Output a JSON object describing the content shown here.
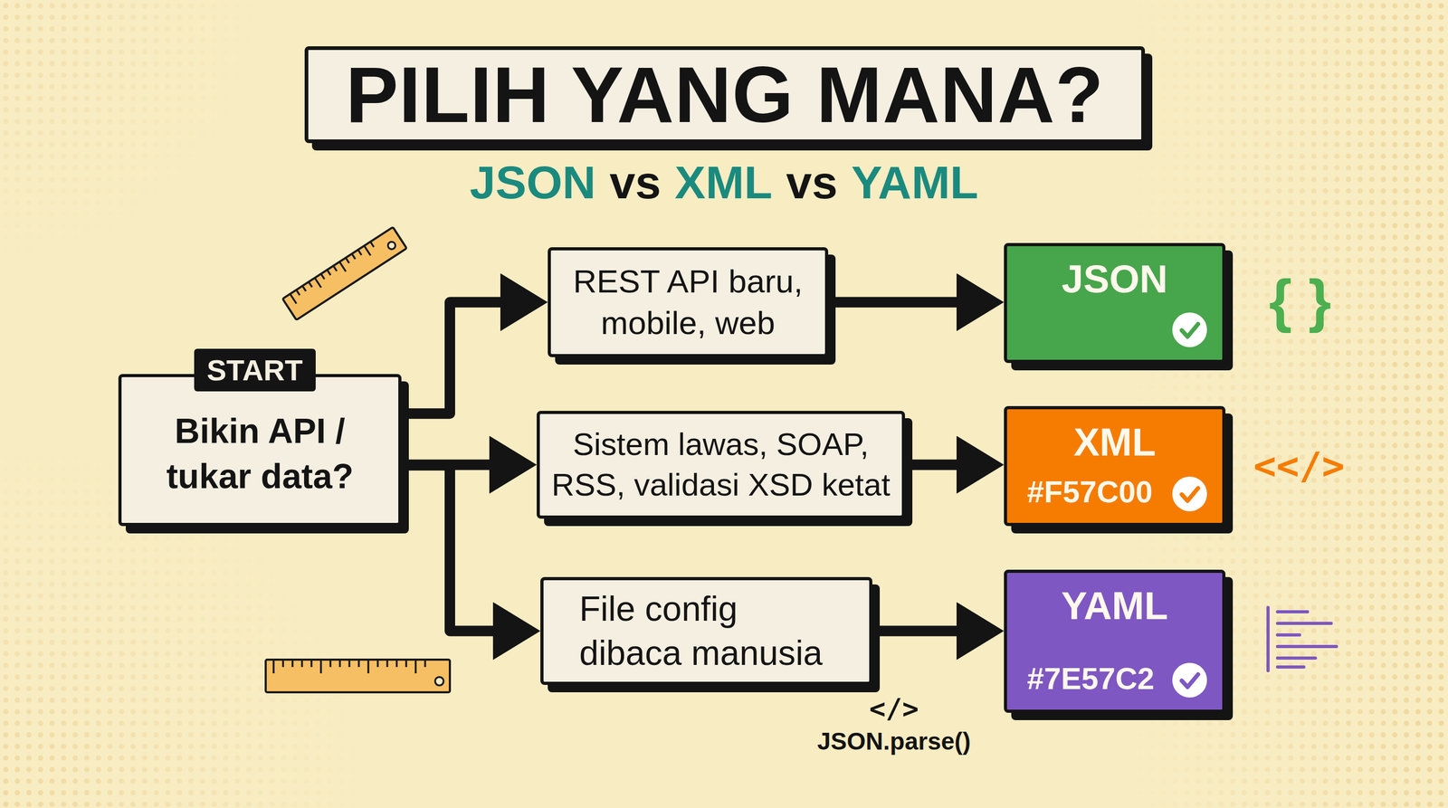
{
  "diagram": {
    "title": "PILIH YANG MANA?",
    "nodes": [
      {
        "text": [
          "START",
          "Bikin API / tukar data?"
        ]
      },
      {
        "text": [
          "REST API baru, mobile, web"
        ]
      },
      {
        "text": [
          "Sistem lawas, SOAP, RSS, validasi XSD ketat"
        ]
      },
      {
        "text": [
          "File config dibaca manusia"
        ]
      },
      {
        "text": [
          "JSON"
        ]
      },
      {
        "text": [
          "XML",
          "#F57C00"
        ]
      },
      {
        "text": [
          "YAML",
          "#7E57C2"
        ]
      }
    ],
    "edges": [
      {
        "from": 0,
        "to": 1,
        "arrow": "to"
      },
      {
        "from": 0,
        "to": 2,
        "arrow": "to"
      },
      {
        "from": 0,
        "to": 3,
        "arrow": "to"
      },
      {
        "from": 1,
        "to": 4,
        "arrow": "to"
      },
      {
        "from": 2,
        "to": 5,
        "arrow": "to"
      },
      {
        "from": 3,
        "to": 6,
        "arrow": "to"
      }
    ],
    "labels": [
      "JSON",
      "vs",
      "XML",
      "vs",
      "YAML",
      "{ }",
      "<</>",
      "</>",
      "JSON.parse()"
    ]
  }
}
